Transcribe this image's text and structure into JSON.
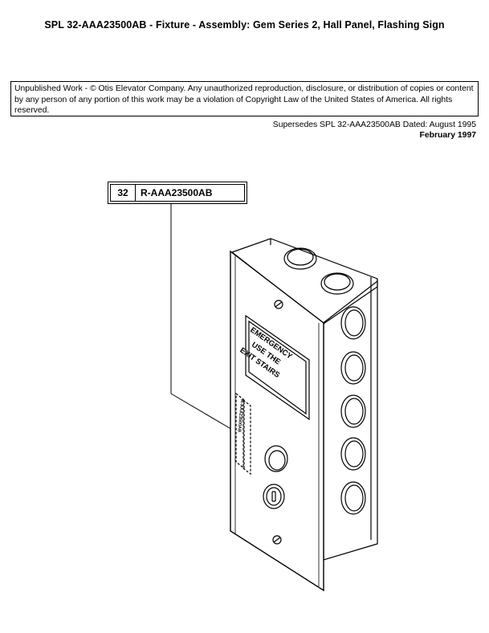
{
  "header": {
    "title": "SPL 32-AAA23500AB  -  Fixture - Assembly: Gem Series 2, Hall Panel, Flashing Sign"
  },
  "notice": {
    "text": "Unpublished Work - © Otis Elevator Company.  Any unauthorized reproduction, disclosure, or distribution of copies or content by any person of any portion of this work may be a violation of Copyright Law of the United States of America.  All rights reserved."
  },
  "revision": {
    "supersedes": "Supersedes SPL 32-AAA23500AB Dated: August 1995",
    "date": "February 1997"
  },
  "callout": {
    "quantity": "32",
    "part_number": "R-AAA23500AB"
  },
  "sign": {
    "line1": "EMERGENCY",
    "line2": "USE THE",
    "line3": "EXIT STAIRS"
  }
}
